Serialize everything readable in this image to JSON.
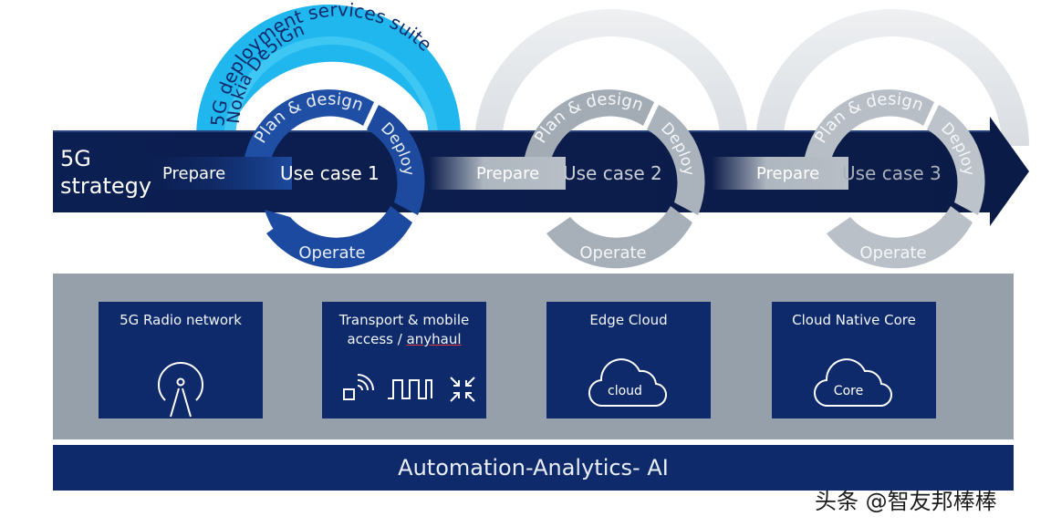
{
  "strategy": {
    "line1": "5G",
    "line2": "strategy"
  },
  "suite_label": "5G deployment services suite",
  "design_label": "Nokia De5iGn",
  "cycles": [
    {
      "plan": "Plan & design",
      "deploy": "Deploy",
      "operate": "Operate",
      "prepare": "Prepare",
      "use_case": "Use case  1"
    },
    {
      "plan": "Plan & design",
      "deploy": "Deploy",
      "operate": "Operate",
      "prepare": "Prepare",
      "use_case": "Use case 2"
    },
    {
      "plan": "Plan & design",
      "deploy": "Deploy",
      "operate": "Operate",
      "prepare": "Prepare",
      "use_case": "Use case 3"
    }
  ],
  "boxes": [
    {
      "title": "5G Radio network",
      "icon": "antenna-icon"
    },
    {
      "title": "Transport & mobile",
      "title2": "access / ",
      "title2_u": "anyhaul",
      "icons": [
        "wireless-icon",
        "pulse-icon",
        "compress-icon"
      ]
    },
    {
      "title": "Edge Cloud",
      "icon_label": "cloud"
    },
    {
      "title": "Cloud Native Core",
      "icon_label": "Core"
    }
  ],
  "bottom_bar": "Automation-Analytics- AI",
  "watermark": "头条 @智友邦棒棒",
  "colors": {
    "navy": "#0f2a6b",
    "bright_blue": "#16b3ef",
    "gray_panel": "#96a0ab",
    "cycle_blue": "#1f4ea5"
  }
}
